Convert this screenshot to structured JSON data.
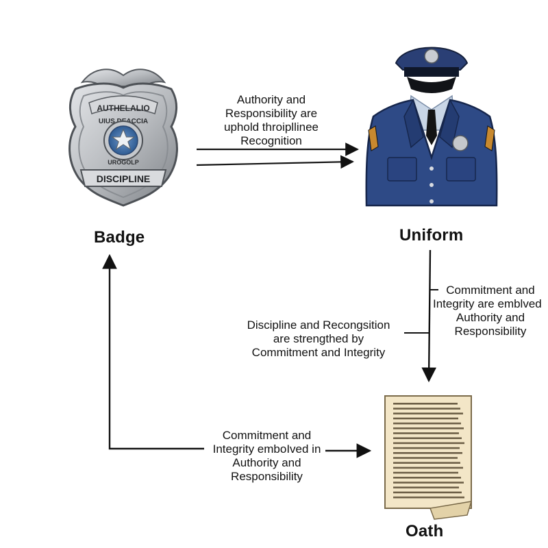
{
  "nodes": {
    "badge": {
      "label": "Badge",
      "emblem_text": {
        "top": "AUTHELALIO",
        "middle": "UIUS DEACCIA",
        "lower": "UROGOLP",
        "ribbon": "DISCIPLINE"
      }
    },
    "uniform": {
      "label": "Uniform"
    },
    "oath": {
      "label": "Oath"
    }
  },
  "edges": {
    "badge_to_uniform": {
      "lines": [
        "Authority and",
        "Responsibility are",
        "uphold throipllinee",
        "Recognition"
      ]
    },
    "uniform_to_oath": {
      "lines": [
        "Commitment and",
        "Integrity are emblved",
        "Authority and",
        "Responsibility"
      ]
    },
    "uniform_to_badge": {
      "lines": [
        "Discipline and Recongsition",
        "are strengthed by",
        "Commitment and Integrity"
      ]
    },
    "badge_to_oath": {
      "lines": [
        "Commitment and",
        "Integrity emboIved in",
        "Authority and",
        "Responsibility"
      ]
    }
  },
  "colors": {
    "uniform_blue": "#2e4a86",
    "uniform_dark": "#1f3466",
    "shirt": "#c9d6e6",
    "badge_silver": "#b9bcc0",
    "badge_dark": "#6f7378",
    "star_blue": "#3f6fa8",
    "paper": "#f3e6c7",
    "arrow": "#111111"
  }
}
